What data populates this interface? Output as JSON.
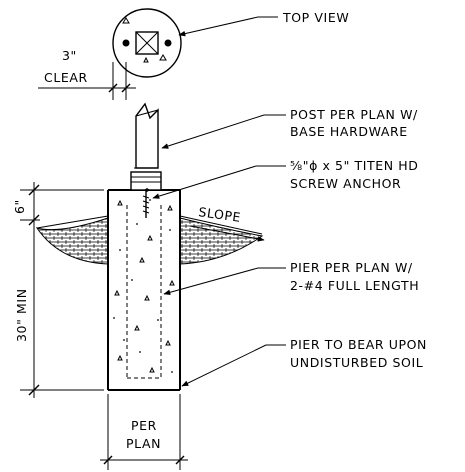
{
  "labels": {
    "top_view": "TOP VIEW",
    "clear_value": "3\"",
    "clear_word": "CLEAR",
    "post_line1": "POST PER PLAN W/",
    "post_line2": "BASE HARDWARE",
    "anchor_line1": "⅝\"ϕ x 5\" TITEN HD",
    "anchor_line2": "SCREW ANCHOR",
    "slope": "SLOPE",
    "pier_line1": "PIER PER PLAN W/",
    "pier_line2": "2-#4 FULL LENGTH",
    "bear_line1": "PIER TO BEAR UPON",
    "bear_line2": "UNDISTURBED SOIL",
    "dim_6": "6\"",
    "dim_30": "30\" MIN",
    "per_line1": "PER",
    "per_line2": "PLAN"
  }
}
